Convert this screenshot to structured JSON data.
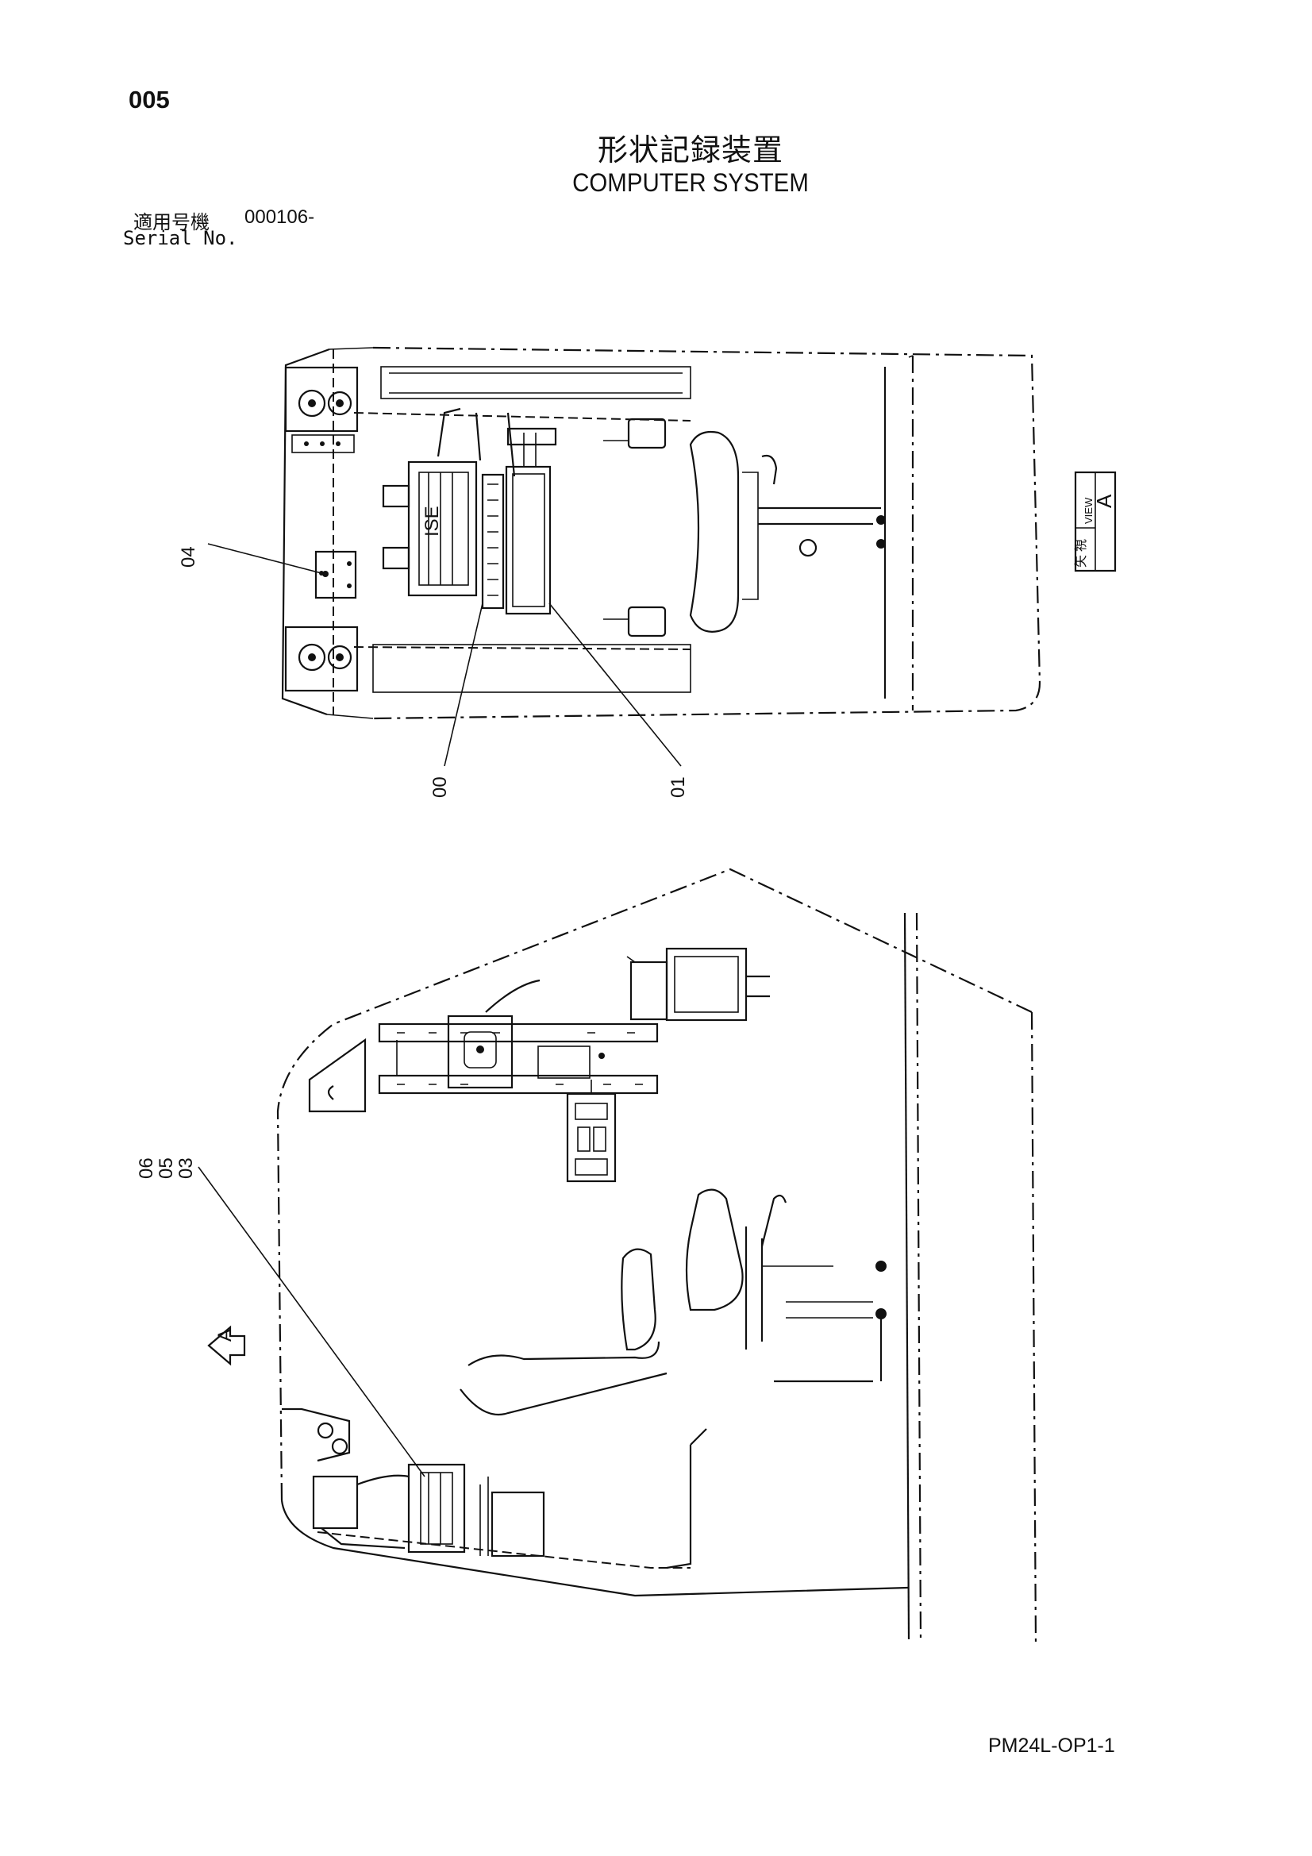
{
  "header": {
    "page_number": "005",
    "title_jp": "形状記録装置",
    "title_en": "COMPUTER SYSTEM",
    "serial_label_jp": "適用号機",
    "serial_label_en": "Serial No.",
    "serial_value": "000106-"
  },
  "top_view": {
    "view_jp_1": "矢",
    "view_jp_2": "視",
    "view_en": "VIEW",
    "view_letter": "A",
    "callouts": [
      "04",
      "00",
      "01"
    ]
  },
  "side_view": {
    "callouts": [
      "06",
      "05",
      "03"
    ],
    "view_arrow_letter": "A"
  },
  "footer": {
    "doc_code": "PM24L-OP1-1"
  }
}
